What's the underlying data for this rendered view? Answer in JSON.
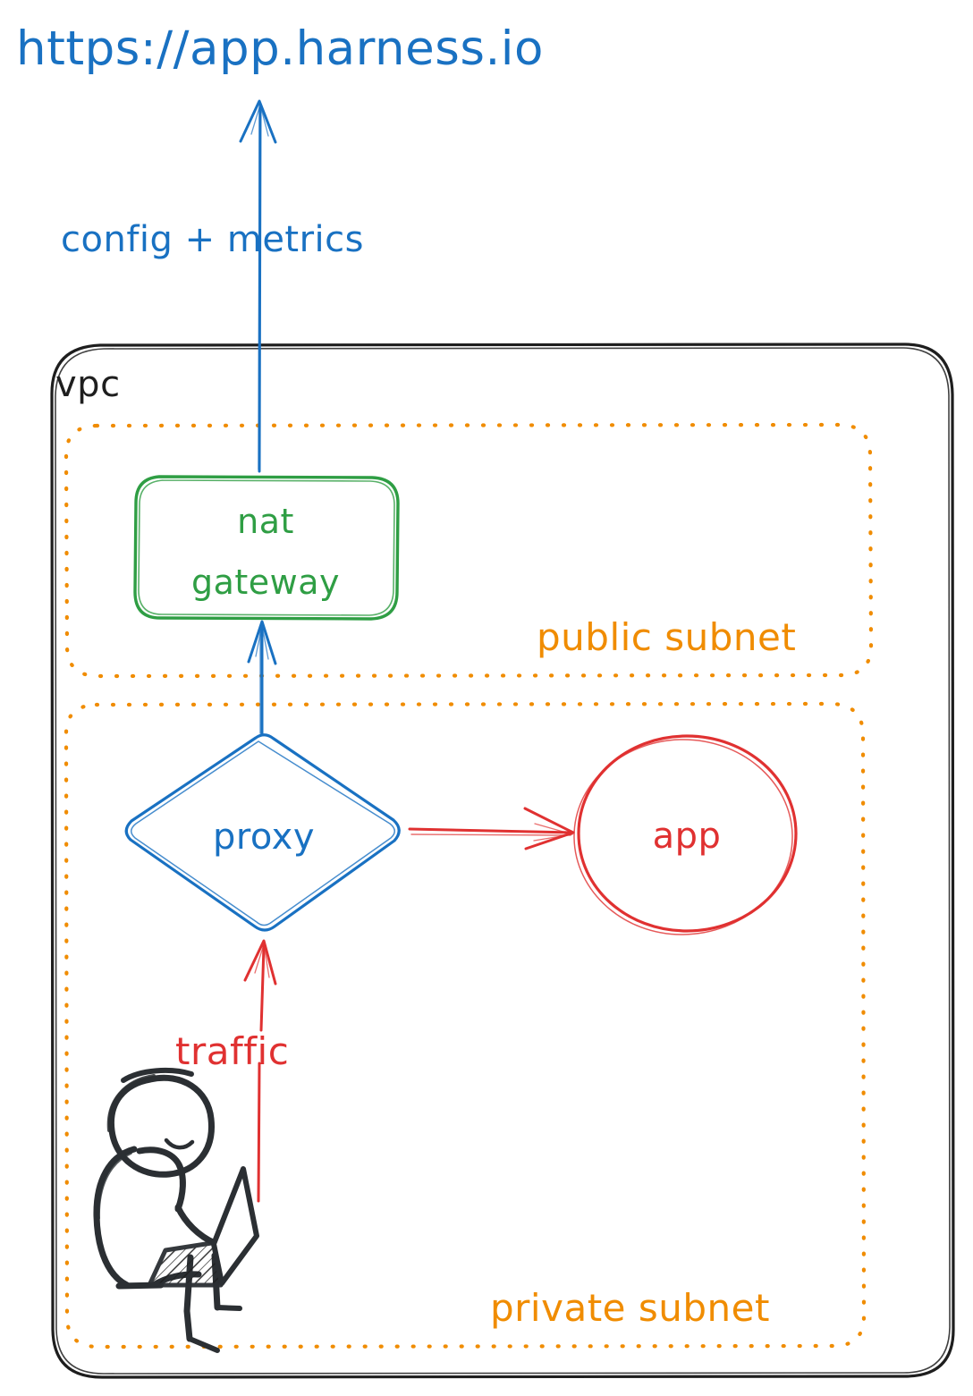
{
  "diagram": {
    "title": "Harness delegate VPC network architecture",
    "style": "hand-drawn sketch",
    "background": "#ffffff"
  },
  "colors": {
    "blue": "#1971C2",
    "green": "#2F9E44",
    "orange": "#F08C00",
    "red": "#E03131",
    "black": "#1E1E1E"
  },
  "endpoint": {
    "url": "https://app.harness.io"
  },
  "edges": {
    "config_metrics": {
      "label": "config + metrics",
      "color": "#1971C2",
      "from": "nat gateway",
      "to": "https://app.harness.io",
      "direction": "up"
    },
    "proxy_to_nat": {
      "label": "",
      "color": "#1971C2",
      "from": "proxy",
      "to": "nat gateway",
      "direction": "up"
    },
    "proxy_to_app": {
      "label": "",
      "color": "#E03131",
      "from": "proxy",
      "to": "app",
      "direction": "right"
    },
    "user_to_proxy": {
      "label": "traffic",
      "color": "#E03131",
      "from": "user",
      "to": "proxy",
      "direction": "up"
    }
  },
  "vpc": {
    "label": "vpc",
    "border_color": "#1E1E1E"
  },
  "subnets": [
    {
      "id": "public",
      "label": "public subnet",
      "border_color": "#F08C00",
      "border_style": "dotted"
    },
    {
      "id": "private",
      "label": "private subnet",
      "border_color": "#F08C00",
      "border_style": "dotted"
    }
  ],
  "nodes": [
    {
      "id": "nat-gateway",
      "label_line1": "nat",
      "label_line2": "gateway",
      "shape": "rounded-rectangle",
      "color": "#2F9E44",
      "subnet": "public"
    },
    {
      "id": "proxy",
      "label": "proxy",
      "shape": "diamond",
      "color": "#1971C2",
      "subnet": "private"
    },
    {
      "id": "app",
      "label": "app",
      "shape": "ellipse",
      "color": "#E03131",
      "subnet": "private"
    },
    {
      "id": "user",
      "label": "",
      "shape": "person-with-laptop",
      "color": "#1E1E1E",
      "subnet": "private"
    }
  ]
}
